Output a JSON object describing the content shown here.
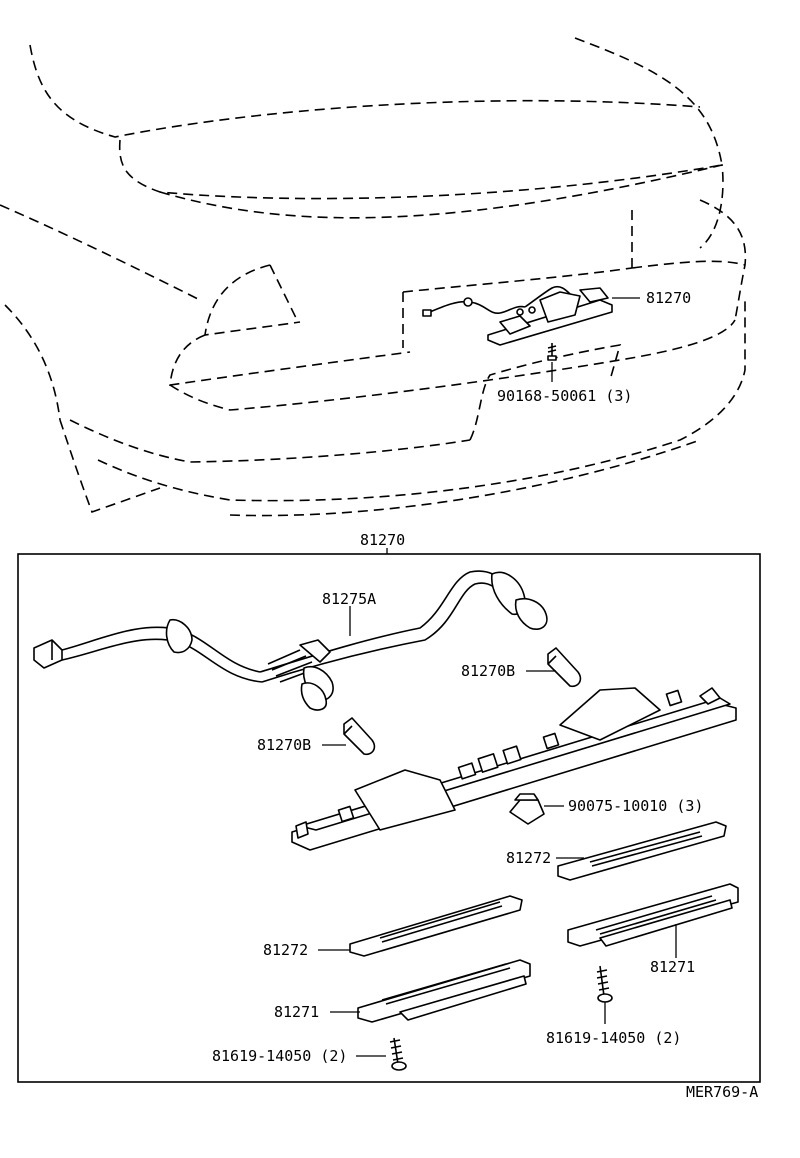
{
  "labels": {
    "top_assembly": "81270",
    "top_screw": "90168-50061 (3)",
    "box_title": "81270",
    "harness": "81275A",
    "bulb_right": "81270B",
    "bulb_left": "81270B",
    "nut": "90075-10010 (3)",
    "lens_right": "81272",
    "lens_left": "81272",
    "housing_right": "81271",
    "housing_left": "81271",
    "screw_right": "81619-14050 (2)",
    "screw_left": "81619-14050 (2)",
    "drawing_code": "MER769-A"
  }
}
